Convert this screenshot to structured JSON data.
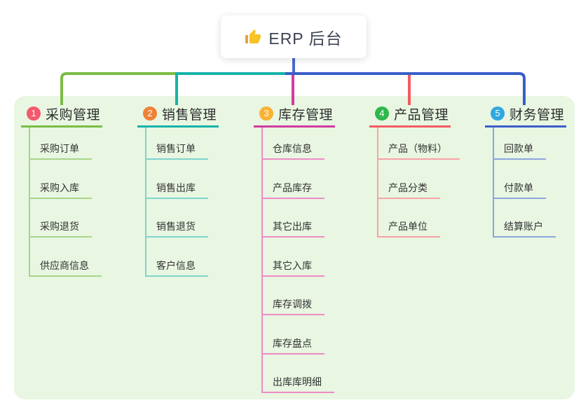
{
  "root_node": {
    "label": "ERP 后台",
    "icon": "thumbs-up-icon"
  },
  "canvas": {
    "background_color": "#ffffff",
    "group_background_color": "#e8f6e2",
    "root_connector_color": "#4c68cf"
  },
  "branches": [
    {
      "number": "1",
      "title": "采购管理",
      "badge_color": "#f4586c",
      "line_color": "#7bbd44",
      "sub_line_color": "#a9d488",
      "items": [
        "采购订单",
        "采购入库",
        "采购退货",
        "供应商信息"
      ]
    },
    {
      "number": "2",
      "title": "销售管理",
      "badge_color": "#f08137",
      "line_color": "#16b3a8",
      "sub_line_color": "#7ed5cc",
      "items": [
        "销售订单",
        "销售出库",
        "销售退货",
        "客户信息"
      ]
    },
    {
      "number": "3",
      "title": "库存管理",
      "badge_color": "#f9b233",
      "line_color": "#d23ba0",
      "sub_line_color": "#ee8cc5",
      "items": [
        "仓库信息",
        "产品库存",
        "其它出库",
        "其它入库",
        "库存调拨",
        "库存盘点",
        "出库库明细"
      ]
    },
    {
      "number": "4",
      "title": "产品管理",
      "badge_color": "#2fb84e",
      "line_color": "#f25b61",
      "sub_line_color": "#f7a3a6",
      "items": [
        "产品（物料）",
        "产品分类",
        "产品单位"
      ]
    },
    {
      "number": "5",
      "title": "财务管理",
      "badge_color": "#2fa7e0",
      "line_color": "#3a5ec9",
      "sub_line_color": "#8ca5de",
      "items": [
        "回款单",
        "付款单",
        "结算账户"
      ]
    }
  ]
}
